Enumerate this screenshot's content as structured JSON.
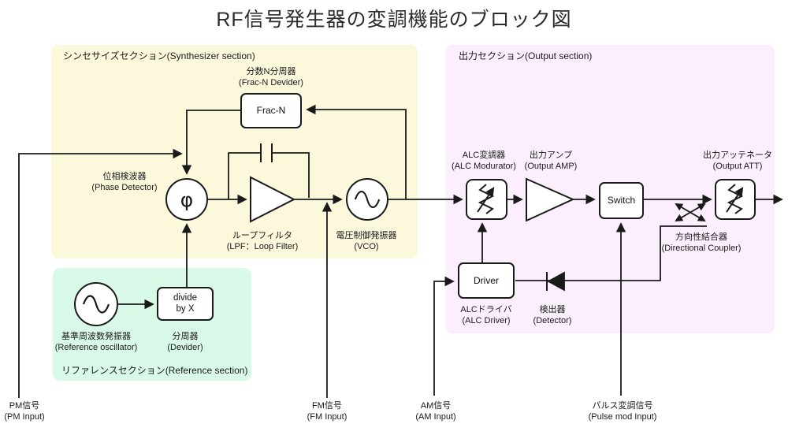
{
  "title": "RF信号発生器の変調機能のブロック図",
  "sections": {
    "synthesizer": "シンセサイズセクション(Synthesizer section)",
    "reference": "リファレンスセクション(Reference section)",
    "output": "出力セクション(Output section)"
  },
  "blocks": {
    "frac_n": {
      "jp": "分数N分周器",
      "en": "(Frac-N Devider)",
      "box_text": "Frac-N"
    },
    "phase_detector": {
      "jp": "位相検波器",
      "en": "(Phase Detector)",
      "symbol": "φ"
    },
    "loop_filter": {
      "jp": "ループフィルタ",
      "en": "(LPF：Loop Filter)"
    },
    "vco": {
      "jp": "電圧制御発振器",
      "en": "(VCO)"
    },
    "ref_osc": {
      "jp": "基準周波数発振器",
      "en": "(Reference oscillator)"
    },
    "divider": {
      "jp": "分周器",
      "en": "(Devider)",
      "box_line1": "divide",
      "box_line2": "by X"
    },
    "alc_mod": {
      "jp": "ALC変調器",
      "en": "(ALC Modurator)"
    },
    "output_amp": {
      "jp": "出力アンプ",
      "en": "(Output AMP)"
    },
    "switch": {
      "box_text": "Switch"
    },
    "output_att": {
      "jp": "出力アッテネータ",
      "en": "(Output ATT)"
    },
    "dir_coupler": {
      "jp": "方向性結合器",
      "en": "(Directional Coupler)"
    },
    "alc_driver": {
      "jp": "ALCドライバ",
      "en": "(ALC Driver)",
      "box_text": "Driver"
    },
    "detector": {
      "jp": "検出器",
      "en": "(Detector)"
    }
  },
  "inputs": {
    "pm": {
      "jp": "PM信号",
      "en": "(PM Input)"
    },
    "fm": {
      "jp": "FM信号",
      "en": "(FM Input)"
    },
    "am": {
      "jp": "AM信号",
      "en": "(AM Input)"
    },
    "pulse": {
      "jp": "パルス変調信号",
      "en": "(Pulse mod Input)"
    }
  },
  "colors": {
    "synthesizer_bg": "#FCF8DC",
    "reference_bg": "#D9FAE9",
    "output_bg": "#FCEFFD",
    "line": "#1a1a1a",
    "block_fill": "#ffffff"
  }
}
